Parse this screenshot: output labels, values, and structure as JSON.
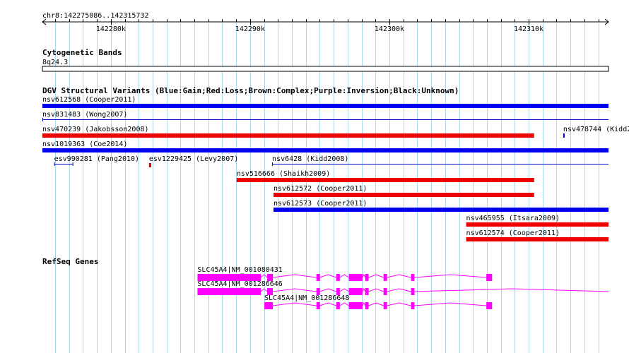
{
  "ruler": {
    "region": "chr8:142275086..142315732",
    "start": 142275086,
    "end": 142315732,
    "ticks": [
      {
        "pos": 142280000,
        "label": "142280k"
      },
      {
        "pos": 142290000,
        "label": "142290k"
      },
      {
        "pos": 142300000,
        "label": "142300k"
      },
      {
        "pos": 142310000,
        "label": "142310k"
      }
    ]
  },
  "colors": {
    "gain": "#0000ee",
    "loss": "#ee0000",
    "thin": "#0000cc",
    "gene": "#ff00ff",
    "grid": "#a8d8ea"
  },
  "tracks": {
    "cytoband": {
      "title": "Cytogenetic Bands",
      "band": "8q24.3"
    },
    "dgv": {
      "title": "DGV Structural Variants (Blue:Gain;Red:Loss;Brown:Complex;Purple:Inversion;Black:Unknown)",
      "features": [
        {
          "label": "nsv612568 (Cooper2011)",
          "start": 142275086,
          "end": 142315732,
          "type": "gain",
          "style": "bar",
          "row": 0
        },
        {
          "label": "nsv831483 (Wong2007)",
          "start": 142275086,
          "end": 142315732,
          "type": "gain",
          "style": "line",
          "row": 1
        },
        {
          "label": "nsv470239 (Jakobsson2008)",
          "start": 142275086,
          "end": 142310390,
          "type": "loss",
          "style": "bar",
          "row": 2
        },
        {
          "label": "nsv478744 (Kidd2008)",
          "start": 142312480,
          "end": 142312560,
          "type": "gain",
          "style": "tick",
          "row": 2
        },
        {
          "label": "nsv1019363 (Coe2014)",
          "start": 142275086,
          "end": 142315732,
          "type": "gain",
          "style": "bar",
          "row": 3
        },
        {
          "label": "esv990281 (Pang2010)",
          "start": 142275930,
          "end": 142277300,
          "type": "gain",
          "style": "bracket",
          "row": 4
        },
        {
          "label": "esv1229425 (Levy2007)",
          "start": 142282740,
          "end": 142282900,
          "type": "loss",
          "style": "bar",
          "row": 4
        },
        {
          "label": "nsv6428 (Kidd2008)",
          "start": 142291580,
          "end": 142315732,
          "type": "gain",
          "style": "line",
          "row": 4
        },
        {
          "label": "nsv516666 (Shaikh2009)",
          "start": 142289030,
          "end": 142310390,
          "type": "loss",
          "style": "bar",
          "row": 5
        },
        {
          "label": "nsv612572 (Cooper2011)",
          "start": 142291680,
          "end": 142310390,
          "type": "loss",
          "style": "bar",
          "row": 6
        },
        {
          "label": "nsv612573 (Cooper2011)",
          "start": 142291680,
          "end": 142315732,
          "type": "gain",
          "style": "bar",
          "row": 7
        },
        {
          "label": "nsv465955 (Itsara2009)",
          "start": 142305510,
          "end": 142315732,
          "type": "loss",
          "style": "bar",
          "row": 8
        },
        {
          "label": "nsv612574 (Cooper2011)",
          "start": 142305510,
          "end": 142315732,
          "type": "loss",
          "style": "bar",
          "row": 9
        }
      ]
    },
    "refseq": {
      "title": "RefSeq Genes",
      "genes": [
        {
          "label": "SLC45A4|NM_001080431",
          "start": 142286220,
          "end": 142307370,
          "exons": [
            [
              142286220,
              142290770
            ],
            [
              142291220,
              142291630
            ],
            [
              142294760,
              142295010
            ],
            [
              142296190,
              142296440
            ],
            [
              142297090,
              142298070
            ],
            [
              142298260,
              142298510
            ],
            [
              142299580,
              142299830
            ],
            [
              142301550,
              142301800
            ],
            [
              142306960,
              142307370
            ]
          ]
        },
        {
          "label": "SLC45A4|NM_001286646",
          "start": 142286220,
          "end": 142315732,
          "exons": [
            [
              142286220,
              142290770
            ],
            [
              142291220,
              142291630
            ],
            [
              142294760,
              142295010
            ],
            [
              142296190,
              142296440
            ],
            [
              142297090,
              142298070
            ],
            [
              142298260,
              142298510
            ],
            [
              142299580,
              142299830
            ],
            [
              142301550,
              142301800
            ]
          ]
        },
        {
          "label": "SLC45A4|NM_001286648",
          "start": 142291020,
          "end": 142307370,
          "exons": [
            [
              142291020,
              142291630
            ],
            [
              142294760,
              142295010
            ],
            [
              142296190,
              142296440
            ],
            [
              142297090,
              142298070
            ],
            [
              142298260,
              142298510
            ],
            [
              142299580,
              142299830
            ],
            [
              142301550,
              142301800
            ],
            [
              142306960,
              142307370
            ]
          ]
        }
      ]
    }
  }
}
